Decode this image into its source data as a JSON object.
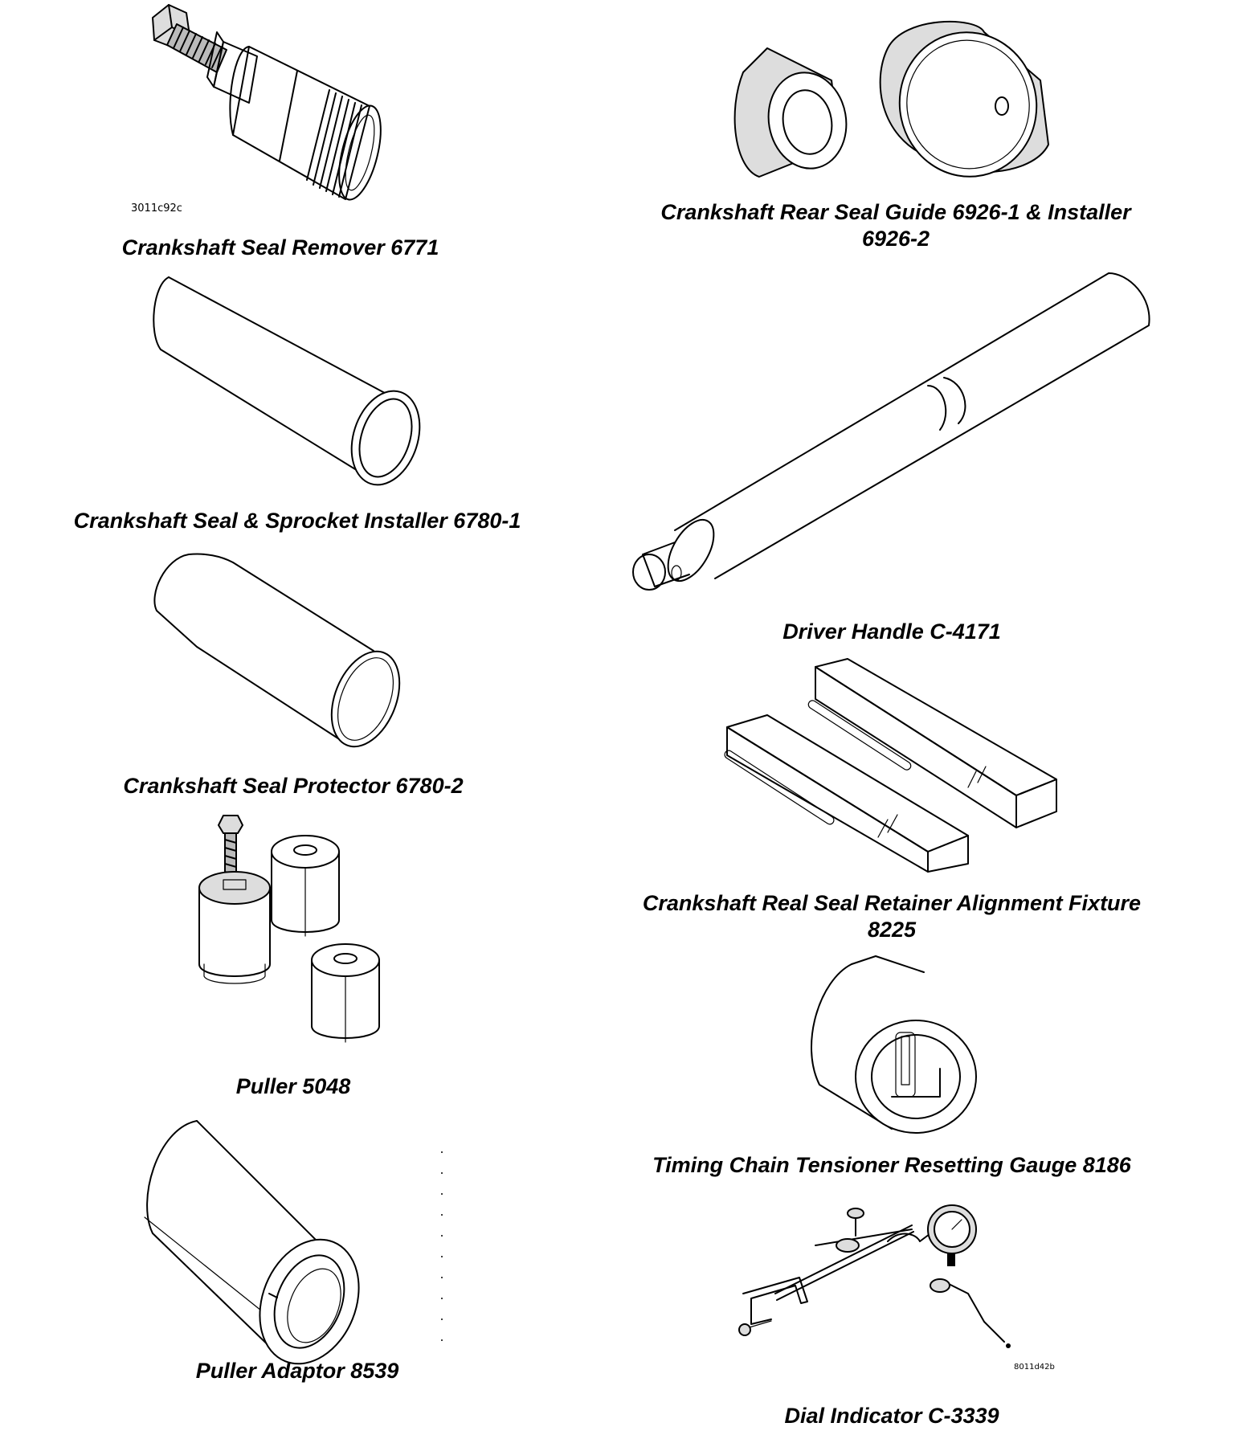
{
  "figure_codes": {
    "top": "3011c92c",
    "bottom": "8011d42b"
  },
  "tools": [
    {
      "id": "seal-remover",
      "caption": "Crankshaft Seal Remover 6771"
    },
    {
      "id": "rear-seal-guide",
      "caption": "Crankshaft Rear Seal Guide 6926-1 & Installer",
      "caption_line2": "6926-2"
    },
    {
      "id": "seal-sprocket-installer",
      "caption": "Crankshaft Seal & Sprocket Installer 6780-1"
    },
    {
      "id": "driver-handle",
      "caption": "Driver Handle C-4171"
    },
    {
      "id": "seal-protector",
      "caption": "Crankshaft Seal Protector 6780-2"
    },
    {
      "id": "alignment-fixture",
      "caption": "Crankshaft Real Seal Retainer Alignment Fixture",
      "caption_line2": "8225"
    },
    {
      "id": "puller",
      "caption": "Puller 5048"
    },
    {
      "id": "tensioner-gauge",
      "caption": "Timing Chain Tensioner Resetting Gauge 8186"
    },
    {
      "id": "puller-adaptor",
      "caption": "Puller Adaptor 8539"
    },
    {
      "id": "dial-indicator",
      "caption": "Dial Indicator C-3339"
    }
  ],
  "icons": [
    "seal-remover-icon",
    "rear-seal-guide-icon",
    "sprocket-installer-icon",
    "driver-handle-icon",
    "seal-protector-icon",
    "alignment-fixture-icon",
    "puller-icon",
    "tensioner-gauge-icon",
    "puller-adaptor-icon",
    "dial-indicator-icon"
  ]
}
